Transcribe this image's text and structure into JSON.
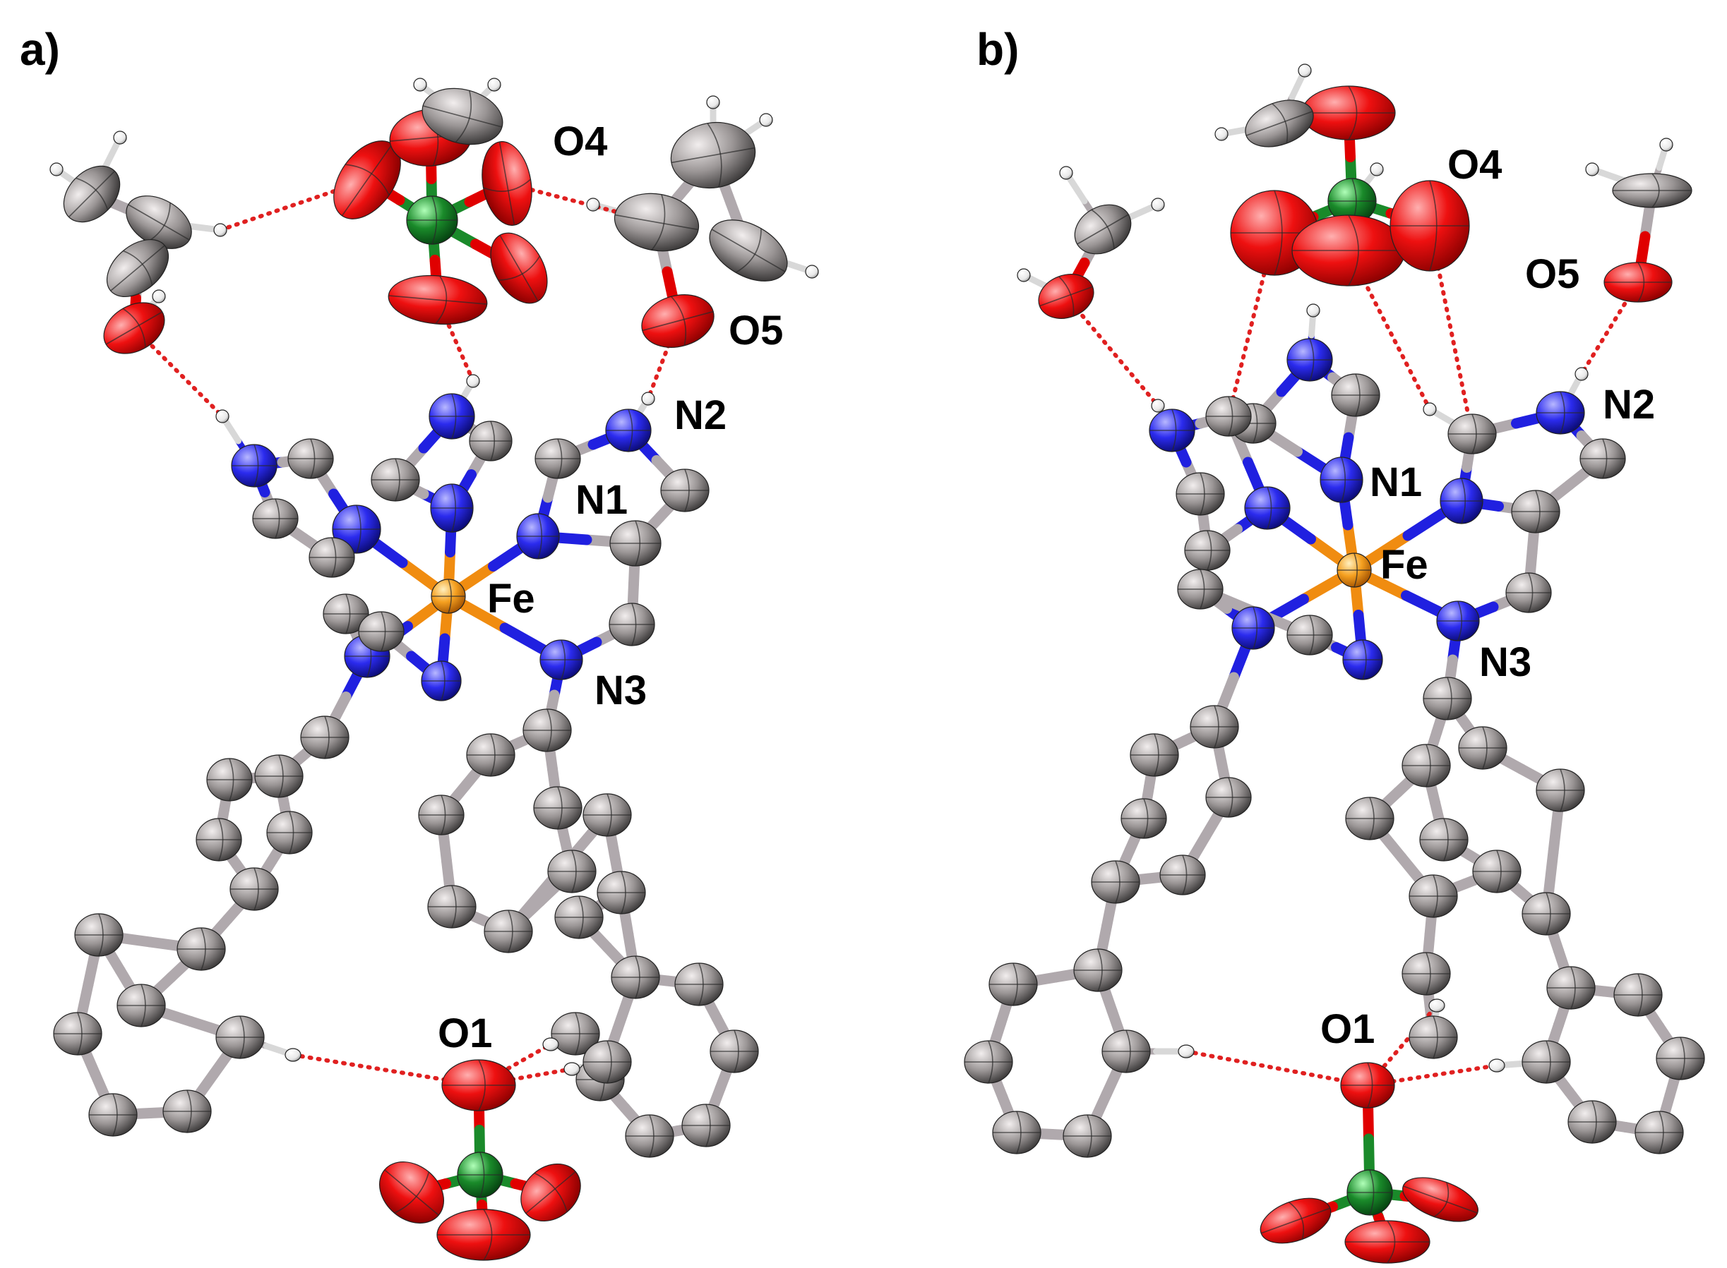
{
  "colors": {
    "carbon": "#8c8c8c",
    "nitrogen": "#2020e0",
    "oxygen": "#e00000",
    "iron": "#f5a020",
    "chlorine": "#1a8a2a",
    "hydrogen": "#ffffff",
    "hbond": "#e02020"
  },
  "panels": [
    {
      "label": "a)",
      "atom_labels": {
        "o4": "O4",
        "o5": "O5",
        "n2": "N2",
        "n1": "N1",
        "fe": "Fe",
        "n3": "N3",
        "o1": "O1"
      }
    },
    {
      "label": "b)",
      "atom_labels": {
        "o4": "O4",
        "o5": "O5",
        "n2": "N2",
        "n1": "N1",
        "fe": "Fe",
        "n3": "N3",
        "o1": "O1"
      }
    }
  ]
}
